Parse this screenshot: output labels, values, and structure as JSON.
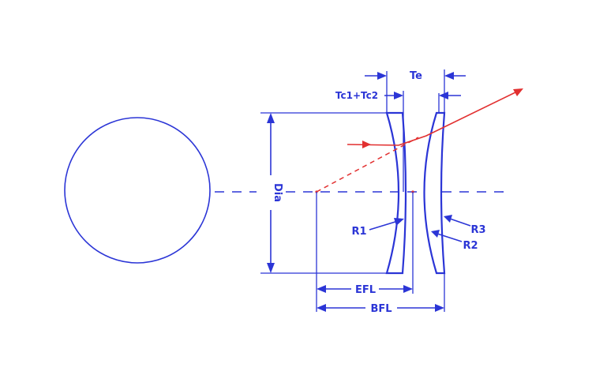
{
  "labels": {
    "te": "Te",
    "tc_sum": "Tc1+Tc2",
    "dia": "Dia",
    "r1": "R1",
    "r2": "R2",
    "r3": "R3",
    "efl": "EFL",
    "bfl": "BFL"
  },
  "colors": {
    "line": "#2b35d6",
    "ray": "#e23030",
    "background": "#ffffff"
  }
}
